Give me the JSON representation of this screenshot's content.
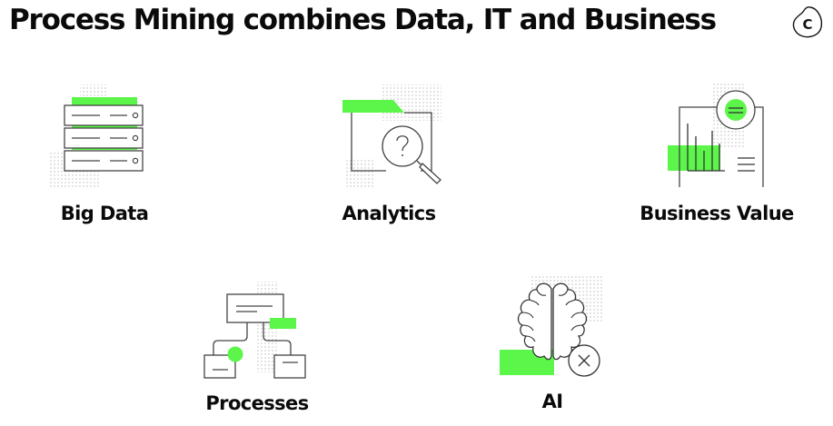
{
  "header": {
    "title": "Process Mining combines Data, IT and Business",
    "logo_letter": "C"
  },
  "colors": {
    "accent": "#5CF54A",
    "stroke": "#333333",
    "text": "#0a0a0a"
  },
  "items": [
    {
      "label": "Big Data",
      "icon": "server-stack-icon"
    },
    {
      "label": "Analytics",
      "icon": "folder-search-icon"
    },
    {
      "label": "Business Value",
      "icon": "document-chart-coin-icon"
    },
    {
      "label": "Processes",
      "icon": "process-flow-icon"
    },
    {
      "label": "AI",
      "icon": "brain-icon"
    }
  ]
}
